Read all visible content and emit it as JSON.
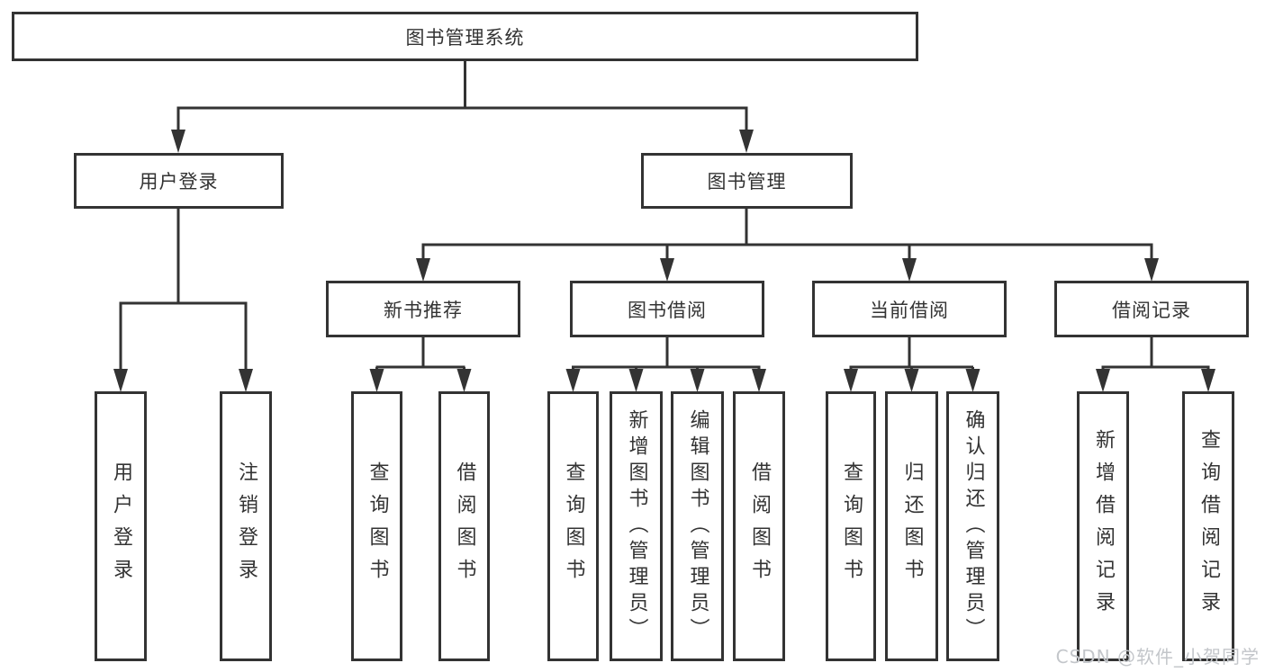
{
  "diagram": {
    "root": "图书管理系统",
    "level2": [
      "用户登录",
      "图书管理"
    ],
    "level3": [
      "新书推荐",
      "图书借阅",
      "当前借阅",
      "借阅记录"
    ],
    "leaves": {
      "user_login": [
        "用户登录",
        "注销登录"
      ],
      "new_book": [
        "查询图书",
        "借阅图书"
      ],
      "book_borrow": [
        "查询图书",
        "新增图书（管理员）",
        "编辑图书（管理员）",
        "借阅图书"
      ],
      "current_borrow": [
        "查询图书",
        "归还图书",
        "确认归还（管理员）"
      ],
      "borrow_records": [
        "新增借阅记录",
        "查询借阅记录"
      ]
    }
  },
  "watermark": "CSDN @软件_小贺同学",
  "colors": {
    "line": "#333333",
    "text": "#333333",
    "watermark": "#c3c6ca",
    "background": "#ffffff"
  }
}
